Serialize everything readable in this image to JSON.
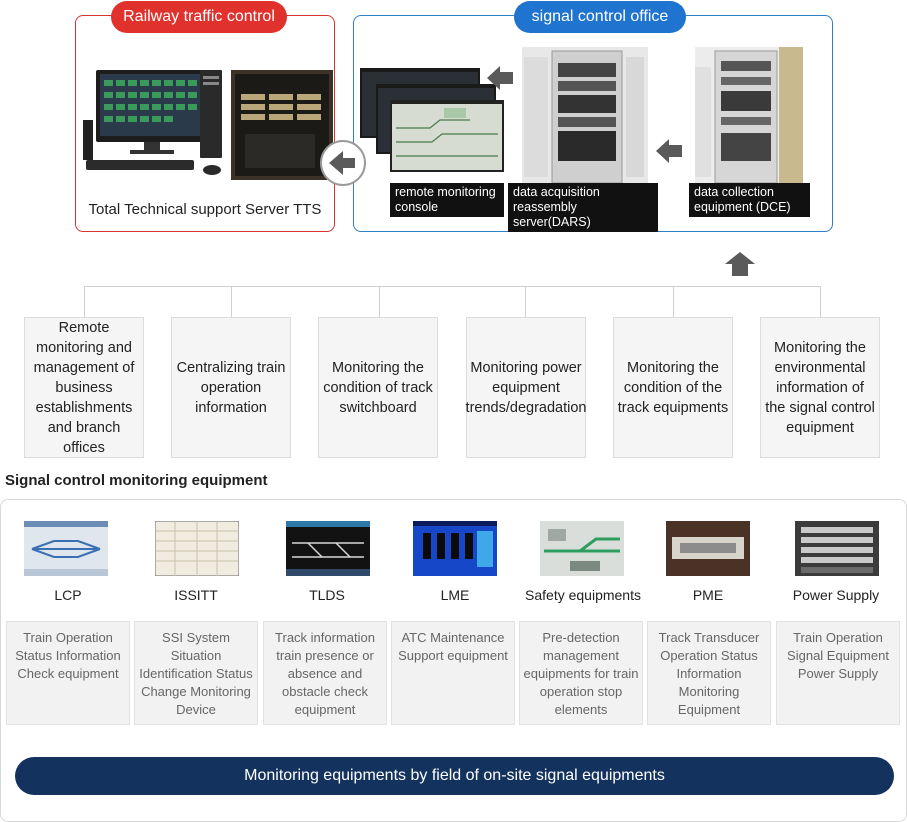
{
  "railway_traffic_control": {
    "title": "Railway traffic control",
    "caption": "Total Technical support Server TTS"
  },
  "signal_control_office": {
    "title": "signal control office",
    "items": [
      {
        "label": "remote monitoring console"
      },
      {
        "label": "data acquisition reassembly server(DARS)"
      },
      {
        "label": "data collection equipment (DCE)"
      }
    ]
  },
  "features": [
    {
      "label": "Remote monitoring and management of business establishments and branch offices"
    },
    {
      "label": "Centralizing train operation information"
    },
    {
      "label": "Monitoring the condition of track switchboard"
    },
    {
      "label": "Monitoring power equipment trends/degradation"
    },
    {
      "label": "Monitoring the condition of the track equipments"
    },
    {
      "label": "Monitoring the environmental information of the signal control equipment"
    }
  ],
  "equipment_section": {
    "title": "Signal control monitoring equipment",
    "items": [
      {
        "name": "LCP",
        "desc": "Train Operation Status Information Check equipment"
      },
      {
        "name": "ISSITT",
        "desc": "SSI System Situation Identification Status Change Monitoring Device"
      },
      {
        "name": "TLDS",
        "desc": "Track information train presence or absence and obstacle check equipment"
      },
      {
        "name": "LME",
        "desc": "ATC Maintenance Support equipment"
      },
      {
        "name": "Safety equipments",
        "desc": "Pre-detection management equipments for train operation stop elements"
      },
      {
        "name": "PME",
        "desc": "Track Transducer Operation Status Information Monitoring Equipment"
      },
      {
        "name": "Power Supply",
        "desc": "Train Operation Signal Equipment Power Supply"
      }
    ],
    "footer": "Monitoring equipments by field of on-site signal equipments"
  },
  "colors": {
    "red_accent": "#e0312c",
    "blue_accent": "#1f74cf",
    "navy_bar": "#13335e",
    "arrow_gray": "#5a5a5a"
  }
}
